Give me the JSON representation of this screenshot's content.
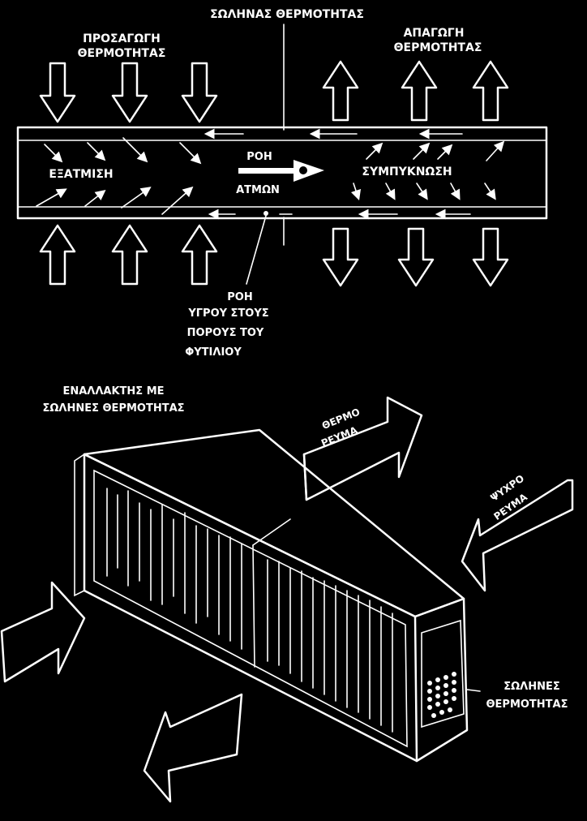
{
  "top_diagram": {
    "pipe_label": "ΣΩΛΗΝΑΣ ΘΕΡΜΟΤΗΤΑΣ",
    "heat_input_line1": "ΠΡΟΣΑΓΩΓΗ",
    "heat_input_line2": "ΘΕΡΜΟΤΗΤΑΣ",
    "heat_output_line1": "ΑΠΑΓΩΓΗ",
    "heat_output_line2": "ΘΕΡΜΟΤΗΤΑΣ",
    "evaporation": "ΕΞΑΤΜΙΣΗ",
    "condensation": "ΣΥΜΠΥΚΝΩΣΗ",
    "vapor_flow_line1": "ΡΟΗ",
    "vapor_flow_line2": "ΑΤΜΩΝ",
    "liquid_flow_line1": "ΡΟΗ",
    "liquid_flow_line2": "ΥΓΡΟΥ ΣΤΟΥΣ",
    "liquid_flow_line3": "ΠΟΡΟΥΣ ΤΟΥ",
    "liquid_flow_line4": "ΦΥΤΙΛΙΟΥ"
  },
  "bottom_diagram": {
    "exchanger_line1": "ΕΝΑΛΛΑΚΤΗΣ ΜΕ",
    "exchanger_line2": "ΣΩΛΗΝΕΣ ΘΕΡΜΟΤΗΤΑΣ",
    "hot_stream_line1": "ΘΕΡΜΟ",
    "hot_stream_line2": "ΡΕΥΜΑ",
    "cold_stream_line1": "ΨΥΧΡΟ",
    "cold_stream_line2": "ΡΕΥΜΑ",
    "tubes_line1": "ΣΩΛΗΝΕΣ",
    "tubes_line2": "ΘΕΡΜΟΤΗΤΑΣ"
  }
}
